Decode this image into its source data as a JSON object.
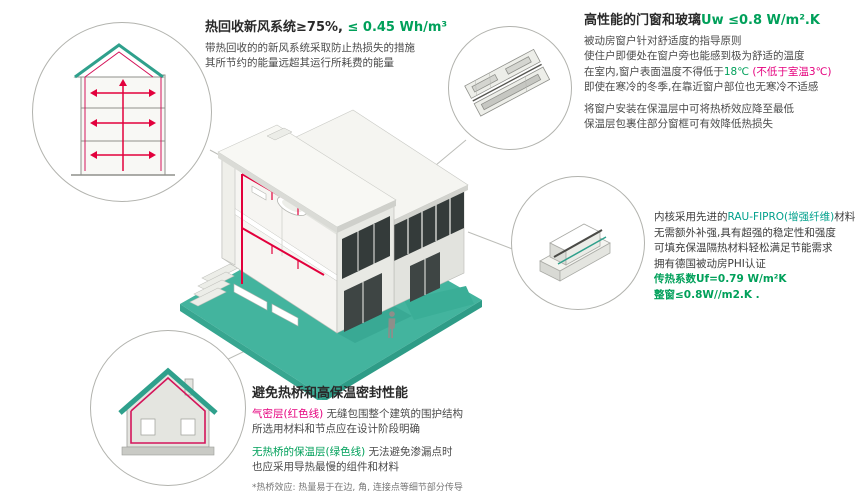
{
  "colors": {
    "green": "#00A05A",
    "teal": "#00A08C",
    "magenta": "#E5007E",
    "duct_red": "#E2003C",
    "platform_teal": "#43B49E"
  },
  "illustrations": {
    "ventilation_circle": "house-section-with-ventilation-arrows",
    "window_circle": "window-corner-section-detail",
    "profile_circle": "window-frame-profile-3d",
    "thermal_circle": "house-envelope-outline",
    "center": "passive-house-isometric-cutaway"
  },
  "ventilation": {
    "title_main": "热回收新风系统≥75%,",
    "title_value": " ≤ 0.45 Wh/m³",
    "line1": "带热回收的的新风系统采取防止热损失的措施",
    "line2": "其所节约的能量远超其运行所耗费的能量"
  },
  "windows": {
    "title_main": "高性能的门窗和玻璃",
    "title_value": "Uw ≤0.8 W/m².K",
    "line1": "被动房窗户针对舒适度的指导原则",
    "line2": "使住户即便处在窗户旁也能感到极为舒适的温度",
    "line3_a": "在室内,窗户表面温度不得低于",
    "line3_b": "18℃",
    "line3_c": " (不低于室温3℃)",
    "line4": "即使在寒冷的冬季,在靠近窗户部位也无寒冷不适感",
    "line5": "将窗户安装在保温层中可将热桥效应降至最低",
    "line6": "保温层包裹住部分窗框可有效降低热损失"
  },
  "material": {
    "line1_a": "内核采用先进的",
    "line1_b": "RAU-FIPRO(增强纤维)",
    "line1_c": "材料",
    "line2": "无需额外补强,具有超强的稳定性和强度",
    "line3": "可填充保温隔热材料轻松满足节能需求",
    "line4": "拥有德国被动房PHI认证",
    "line5": "传热系数Uf=0.79 W/m²K",
    "line6": "整窗≤0.8W//m2.K ."
  },
  "thermal": {
    "title": "避免热桥和高保温密封性能",
    "p1_label": "气密层(红色线)",
    "p1_rest": " 无缝包围整个建筑的围护结构",
    "p1_line2": "所选用材料和节点应在设计阶段明确",
    "p2_label": "无热桥的保温层(绿色线)",
    "p2_rest": " 无法避免渗漏点时",
    "p2_line2": "也应采用导热最慢的组件和材料",
    "footnote": "*热桥效应: 热量易于在边, 角, 连接点等细节部分传导"
  }
}
